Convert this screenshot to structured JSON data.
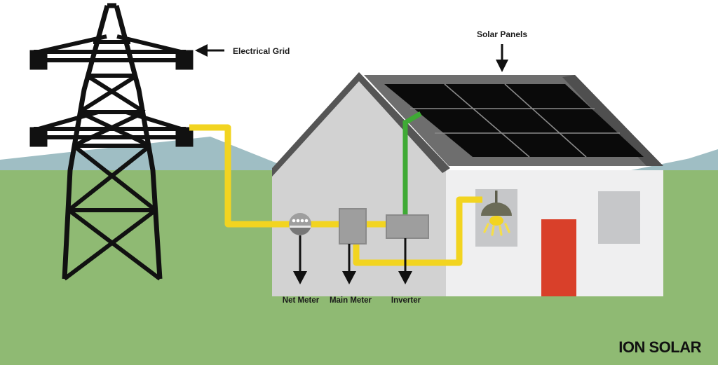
{
  "diagram": {
    "title_labels": {
      "electrical_grid": "Electrical Grid",
      "solar_panels": "Solar Panels",
      "net_meter": "Net Meter",
      "main_meter": "Main Meter",
      "inverter": "Inverter"
    },
    "brand": {
      "logo_ion": "ION",
      "logo_solar": " SOLAR",
      "logo_full": "ION SOLAR"
    },
    "colors": {
      "sky": "#ffffff",
      "mountain": "#9fbec4",
      "ground": "#8fba73",
      "house_wall_front": "#efeff0",
      "house_wall_gable": "#d2d2d2",
      "roof_edge": "#555555",
      "panel_frame": "#6e6e6e",
      "panel_cell": "#0a0a0a",
      "panel_grid_line": "#8a8a8a",
      "wire_ac_yellow": "#f2d420",
      "wire_dc_green": "#3faa35",
      "equipment_gray": "#9e9e9e",
      "equipment_gray_dark": "#8a8a8a",
      "door_red": "#d9402a",
      "window_gray": "#c6c7c9",
      "lamp_shade": "#6b6b57",
      "lamp_glow": "#f2d420",
      "tower_black": "#111111",
      "label_text": "#1a1a1a"
    },
    "components": {
      "tower": "transmission-tower",
      "panels": "solar-panel-array",
      "net_meter": "net-meter-dial",
      "main_meter": "main-meter-box",
      "inverter": "inverter-box",
      "lamp": "pendant-lamp",
      "door": "front-door",
      "window": "front-window"
    }
  }
}
